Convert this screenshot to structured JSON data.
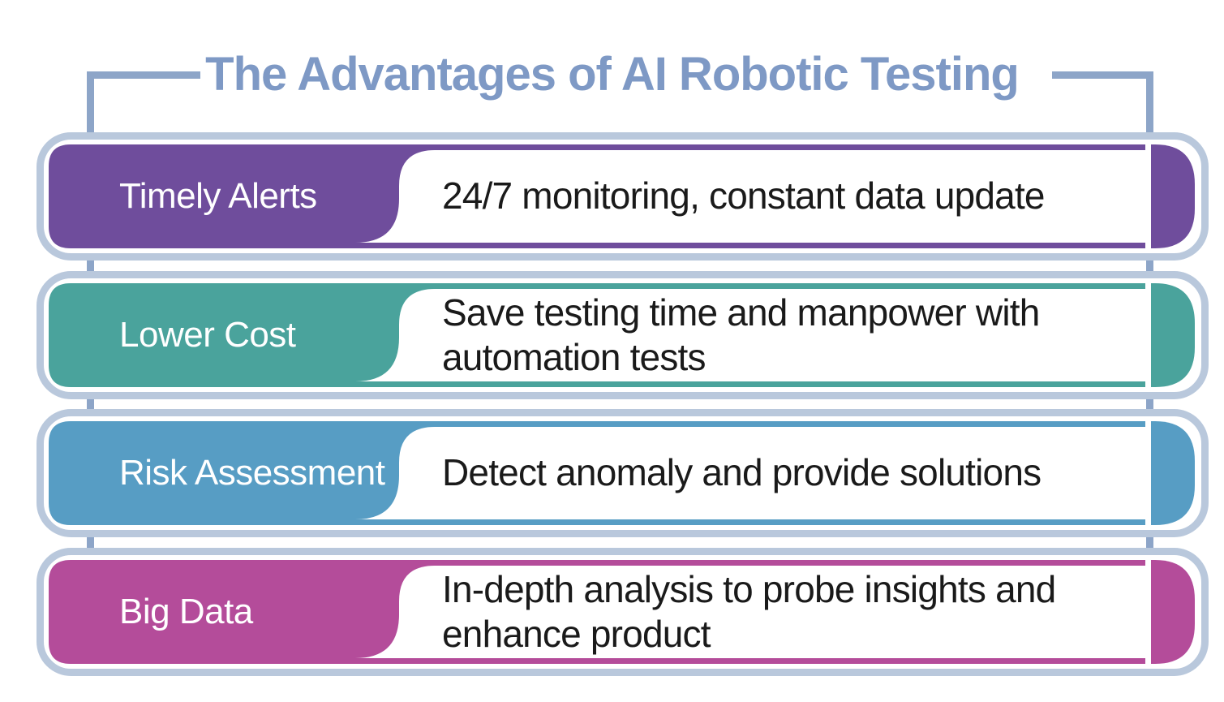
{
  "title": "The Advantages of AI Robotic Testing",
  "colors": {
    "title_text": "#7e99c5",
    "bracket_line": "#8da5c8",
    "row_border": "#b9c8dc",
    "label_text": "#ffffff",
    "description_text": "#1a1a1a",
    "panel_fill": "#ffffff"
  },
  "rows": [
    {
      "label": "Timely Alerts",
      "description": "24/7 monitoring, constant data update",
      "color": "#6f4d9c"
    },
    {
      "label": "Lower Cost",
      "description": "Save testing time and manpower with automation tests",
      "color": "#4aa39c"
    },
    {
      "label": "Risk Assessment",
      "description": "Detect anomaly and provide solutions",
      "color": "#579dc4"
    },
    {
      "label": "Big Data",
      "description": "In-depth analysis to probe insights and enhance product",
      "color": "#b44c9a"
    }
  ]
}
